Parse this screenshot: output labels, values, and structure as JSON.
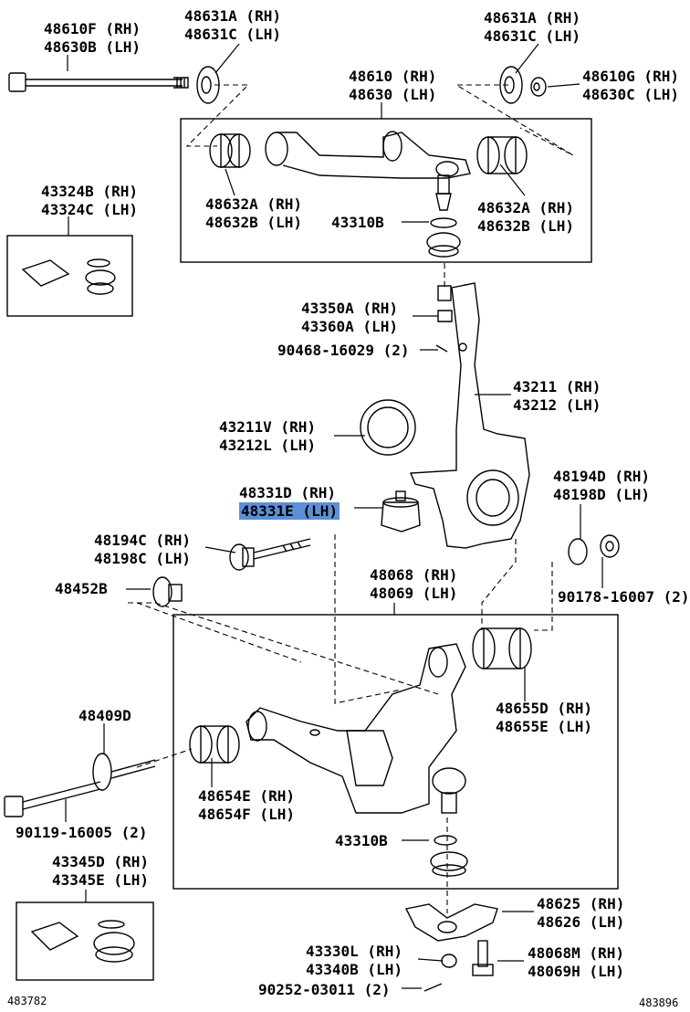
{
  "labels": {
    "upper_arm_bolt": [
      "48610F (RH)",
      "48630B (LH)"
    ],
    "cam_plate_left": [
      "48631A (RH)",
      "48631C (LH)"
    ],
    "cam_plate_right": [
      "48631A (RH)",
      "48631C (LH)"
    ],
    "upper_arm": [
      "48610 (RH)",
      "48630 (LH)"
    ],
    "upper_arm_nut": [
      "48610G (RH)",
      "48630C (LH)"
    ],
    "boot_kit_upper": [
      "43324B (RH)",
      "43324C (LH)"
    ],
    "upper_bushing_left": [
      "48632A (RH)",
      "48632B (LH)"
    ],
    "upper_bushing_right": [
      "48632A (RH)",
      "48632B (LH)"
    ],
    "ball_joint_boot_upper": "43310B",
    "knuckle_stopper": [
      "43350A (RH)",
      "43360A (LH)"
    ],
    "cotter_pin_upper": "90468-16029 (2)",
    "steering_knuckle": [
      "43211 (RH)",
      "43212 (LH)"
    ],
    "dust_deflector": [
      "43211V (RH)",
      "43212L (LH)"
    ],
    "bumper_stopper": [
      "48331D (RH)",
      "48331E (LH)"
    ],
    "lower_bolt": [
      "48194C (RH)",
      "48198C (LH)"
    ],
    "cam_lower": "48452B",
    "lower_arm": [
      "48068 (RH)",
      "48069 (LH)"
    ],
    "cam_plate_rear": [
      "48194D (RH)",
      "48198D (LH)"
    ],
    "nut_rear": "90178-16007 (2)",
    "lower_cam": "48409D",
    "lower_bushing_rear": [
      "48655D (RH)",
      "48655E (LH)"
    ],
    "lower_bushing_front": [
      "48654E (RH)",
      "48654F (LH)"
    ],
    "lower_arm_bolt": "90119-16005 (2)",
    "boot_kit_lower": [
      "43345D (RH)",
      "43345E (LH)"
    ],
    "ball_joint_boot_lower": "43310B",
    "ball_joint_attachment": [
      "48625 (RH)",
      "48626 (LH)"
    ],
    "nut_lower": [
      "43330L (RH)",
      "43340B (LH)"
    ],
    "bolt_lower": [
      "48068M (RH)",
      "48069H (LH)"
    ],
    "cotter_pin_lower": "90252-03011 (2)",
    "code_left": "483782",
    "code_right": "483896"
  },
  "highlight_color": "#5c8fd6"
}
